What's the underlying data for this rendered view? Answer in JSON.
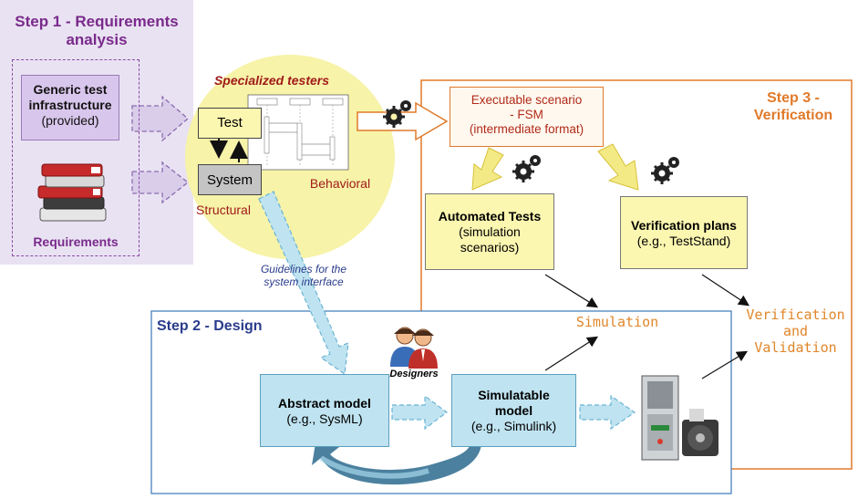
{
  "step1": {
    "title_line1": "Step 1 - Requirements",
    "title_line2": "analysis",
    "generic_box": {
      "title_line1": "Generic test",
      "title_line2": "infrastructure",
      "subtitle": "(provided)"
    },
    "requirements_label": "Requirements",
    "icon_books": "books-icon"
  },
  "testers": {
    "title": "Specialized testers",
    "test_label": "Test",
    "system_label": "System",
    "behavioral_label": "Behavioral",
    "structural_label": "Structural"
  },
  "guidelines": {
    "line1": "Guidelines for the",
    "line2": "system interface"
  },
  "step3": {
    "title_line1": "Step 3 -",
    "title_line2": "Verification",
    "executable": {
      "line1": "Executable scenario",
      "line2": "- FSM",
      "line3": "(intermediate format)"
    },
    "automated": {
      "title": "Automated Tests",
      "line1": "(simulation",
      "line2": "scenarios)"
    },
    "plans": {
      "title": "Verification plans",
      "subtitle": "(e.g., TestStand)"
    },
    "simulation_label": "Simulation",
    "vv_line1": "Verification",
    "vv_line2": "and",
    "vv_line3": "Validation"
  },
  "step2": {
    "title": "Step 2 - Design",
    "designers_label": "Designers",
    "abstract": {
      "title": "Abstract model",
      "subtitle": "(e.g., SysML)"
    },
    "simulatable": {
      "title_line1": "Simulatable",
      "title_line2": "model",
      "subtitle": "(e.g., Simulink)"
    }
  },
  "colors": {
    "step1_bg": "#e9e2f2",
    "step1_text": "#7a2a8c",
    "step2_text": "#2a3c8c",
    "step3_border": "#e07a2a",
    "step3_text": "#e07a2a",
    "ellipse": "#f7f3a8",
    "light_blue": "#bfe3f0",
    "yellow_box": "#fbf6b0",
    "dark_red": "#a01a1a"
  }
}
